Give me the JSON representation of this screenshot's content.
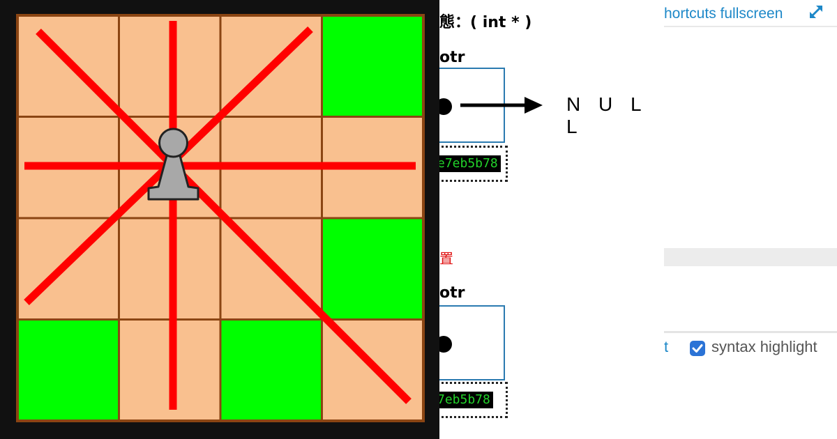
{
  "board": {
    "rows": 4,
    "cols": 4,
    "cells": [
      [
        "tan",
        "tan",
        "tan",
        "green"
      ],
      [
        "tan",
        "tan",
        "tan",
        "tan"
      ],
      [
        "tan",
        "tan",
        "tan",
        "green"
      ],
      [
        "green",
        "tan",
        "green",
        "tan"
      ]
    ],
    "piece": {
      "row": 1,
      "col": 1,
      "icon": "pawn-icon"
    },
    "attack_lines": [
      "horizontal",
      "vertical",
      "diagonal",
      "anti-diagonal"
    ],
    "colors": {
      "panel_bg": "#111111",
      "cell": "#f9c08f",
      "safe": "#00ff00",
      "grid": "#8b4513",
      "line": "#ff0000",
      "piece": "#a8a8a8",
      "piece_outline": "#222222"
    }
  },
  "pointer_diagram": {
    "type_heading": "態：( int * )",
    "first": {
      "var_name": "otr",
      "address": "e7eb5b78",
      "target_label": "N U L L"
    },
    "note": "置",
    "second": {
      "var_name": "otr",
      "address": "7eb5b78"
    },
    "colors": {
      "box_border": "#2a7ab0",
      "addr_text": "#22d22a",
      "note": "#e01010"
    }
  },
  "editor": {
    "links_text": "hortcuts fullscreen",
    "expand_icon": "expand-arrows-icon",
    "options": {
      "cut_label": "t",
      "checkbox_checked": true,
      "checkbox_label": "syntax highlight"
    },
    "colors": {
      "link": "#1e88c8",
      "checkbox": "#2b73d6"
    }
  }
}
